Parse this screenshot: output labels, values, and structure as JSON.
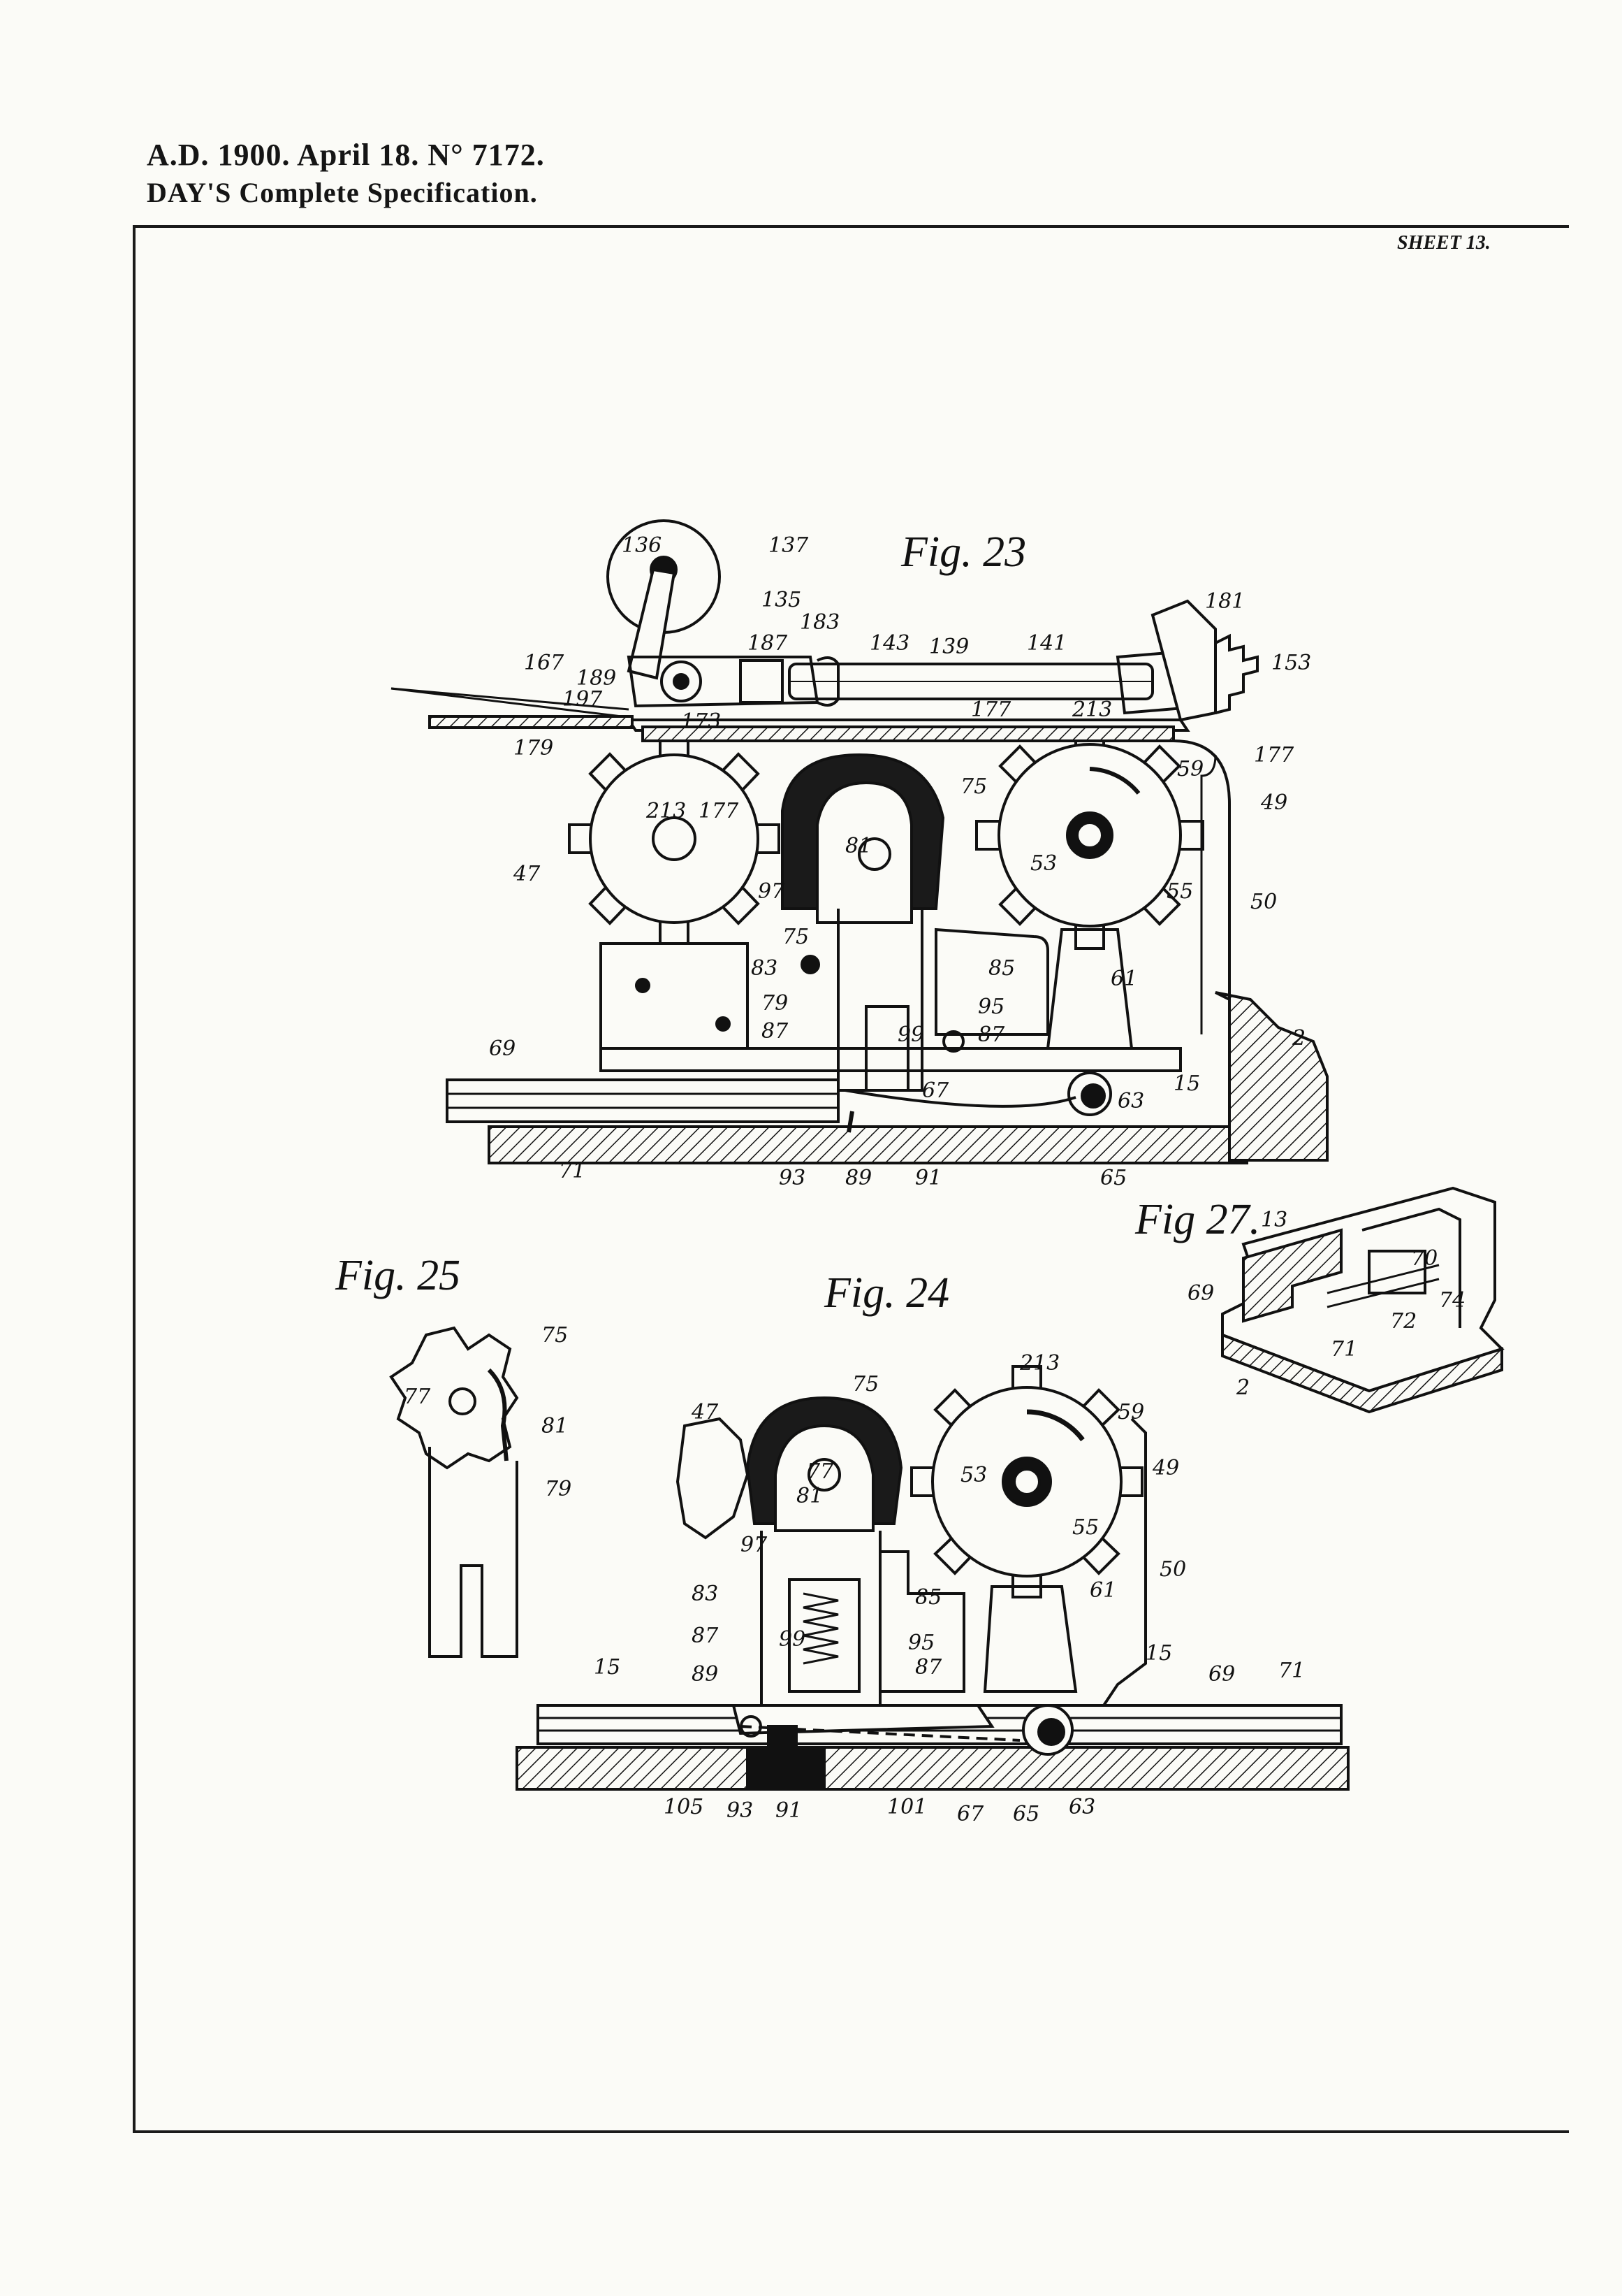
{
  "header": {
    "line1": "A.D. 1900. April 18. N° 7172.",
    "line2": "DAY'S Complete Specification."
  },
  "sheet": "SHEET 13.",
  "figures": {
    "fig23": {
      "title": "Fig. 23",
      "labels": [
        "137",
        "136",
        "135",
        "187",
        "183",
        "143",
        "139",
        "141",
        "181",
        "153",
        "167",
        "189",
        "197",
        "173",
        "179",
        "213",
        "177",
        "177",
        "177",
        "213",
        "75",
        "59",
        "49",
        "47",
        "81",
        "97",
        "75",
        "83",
        "79",
        "87",
        "99",
        "85",
        "95",
        "87",
        "61",
        "53",
        "55",
        "50",
        "69",
        "71",
        "67",
        "63",
        "15",
        "2",
        "93",
        "89",
        "91",
        "65"
      ]
    },
    "fig24": {
      "title": "Fig. 24",
      "labels": [
        "75",
        "213",
        "59",
        "49",
        "47",
        "77",
        "81",
        "97",
        "53",
        "55",
        "50",
        "83",
        "85",
        "87",
        "99",
        "95",
        "87",
        "61",
        "15",
        "89",
        "15",
        "69",
        "71",
        "105",
        "93",
        "91",
        "101",
        "67",
        "65",
        "63"
      ]
    },
    "fig25": {
      "title": "Fig. 25",
      "labels": [
        "75",
        "77",
        "81",
        "79"
      ]
    },
    "fig27": {
      "title": "Fig 27.",
      "labels": [
        "13",
        "70",
        "69",
        "74",
        "72",
        "71",
        "2"
      ]
    }
  }
}
